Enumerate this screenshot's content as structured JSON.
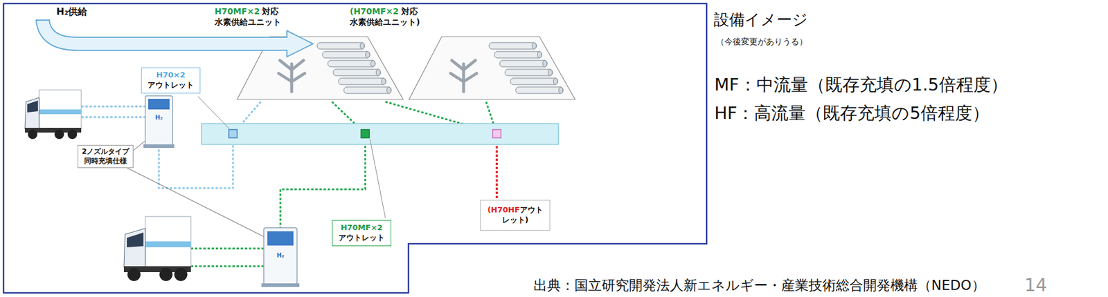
{
  "diagram": {
    "title": "設備イメージ",
    "caption": "出典：国立研究開発法人新エネルギー・産業技術総合開発機構（NEDO）",
    "nodes": [
      {
        "text": [
          "H70MF×2",
          "対応",
          "水素供給ユニット"
        ]
      },
      {
        "text": [
          "(H70MF×2",
          "対応",
          "水素供給ユニット)"
        ]
      },
      {
        "text": [
          "H70×2",
          "アウトレット"
        ]
      },
      {
        "text": [
          "H₂"
        ]
      },
      {
        "text": [
          "2ノズルタイプ 同時充填仕様"
        ]
      },
      {
        "text": [
          "H70MF×2",
          "アウトレット"
        ]
      },
      {
        "text": [
          "H₂"
        ]
      },
      {
        "text": [
          "(H70HF",
          "アウトレット)"
        ]
      }
    ],
    "edges": [
      {
        "from": 0,
        "to": 3,
        "arrow": "none"
      },
      {
        "from": 0,
        "to": 6,
        "arrow": "none"
      },
      {
        "from": 0,
        "to": 7,
        "arrow": "none"
      },
      {
        "from": 1,
        "to": 7,
        "arrow": "none"
      },
      {
        "from": 4,
        "to": 3,
        "arrow": "none"
      },
      {
        "from": 4,
        "to": 6,
        "arrow": "none"
      }
    ],
    "labels": [
      "H₂供給",
      "（今後変更がありうる）",
      "MF：中流量（既存充填の1.5倍程度）",
      "HF：高流量（既存充填の5倍程度）",
      "14"
    ]
  }
}
